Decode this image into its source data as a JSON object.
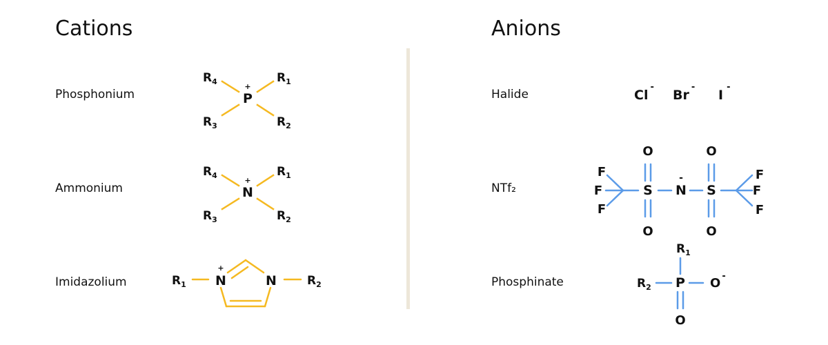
{
  "colors": {
    "cation_bond": "#f5b921",
    "anion_bond": "#5b9be8",
    "divider": "#ede7d9",
    "text": "#111111"
  },
  "cations": {
    "heading": "Cations",
    "rows": [
      {
        "label": "Phosphonium",
        "center": "P",
        "charge": "+",
        "r": [
          "R",
          "R",
          "R",
          "R"
        ],
        "sub": [
          "1",
          "2",
          "3",
          "4"
        ]
      },
      {
        "label": "Ammonium",
        "center": "N",
        "charge": "+",
        "r": [
          "R",
          "R",
          "R",
          "R"
        ],
        "sub": [
          "1",
          "2",
          "3",
          "4"
        ]
      },
      {
        "label": "Imidazolium",
        "n_plus": "N",
        "charge": "+",
        "n_right": "N",
        "r": [
          "R",
          "R"
        ],
        "sub": [
          "1",
          "2"
        ]
      }
    ]
  },
  "anions": {
    "heading": "Anions",
    "rows": [
      {
        "label": "Halide",
        "ions": [
          "Cl",
          "Br",
          "I"
        ],
        "charge": "-"
      },
      {
        "label": "NTf₂",
        "f": "F",
        "s": "S",
        "o": "O",
        "n": "N",
        "charge": "-"
      },
      {
        "label": "Phosphinate",
        "p": "P",
        "o": "O",
        "r1": "R",
        "sub1": "1",
        "r2": "R",
        "sub2": "2",
        "charge": "-"
      }
    ]
  }
}
